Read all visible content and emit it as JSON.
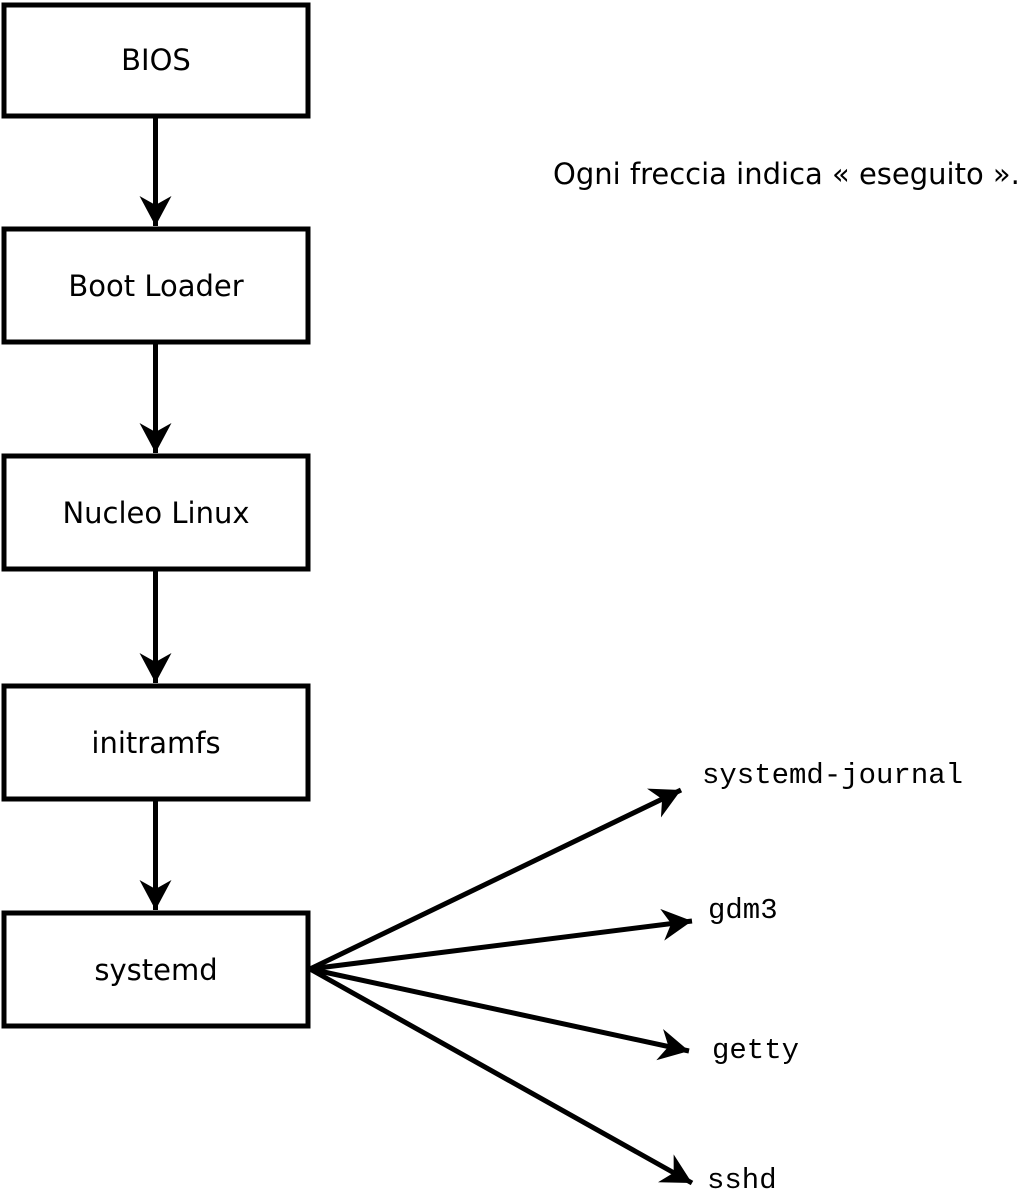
{
  "caption": "Ogni freccia indica « eseguito ».",
  "flow": {
    "nodes": [
      {
        "id": "bios",
        "label": "BIOS"
      },
      {
        "id": "boot-loader",
        "label": "Boot Loader"
      },
      {
        "id": "kernel",
        "label": "Nucleo Linux"
      },
      {
        "id": "initramfs",
        "label": "initramfs"
      },
      {
        "id": "systemd",
        "label": "systemd"
      }
    ],
    "services": [
      {
        "id": "systemd-journal",
        "label": "systemd-journal"
      },
      {
        "id": "gdm3",
        "label": "gdm3"
      },
      {
        "id": "getty",
        "label": "getty"
      },
      {
        "id": "sshd",
        "label": "sshd"
      }
    ]
  },
  "colors": {
    "stroke": "#000000",
    "background": "#ffffff"
  }
}
